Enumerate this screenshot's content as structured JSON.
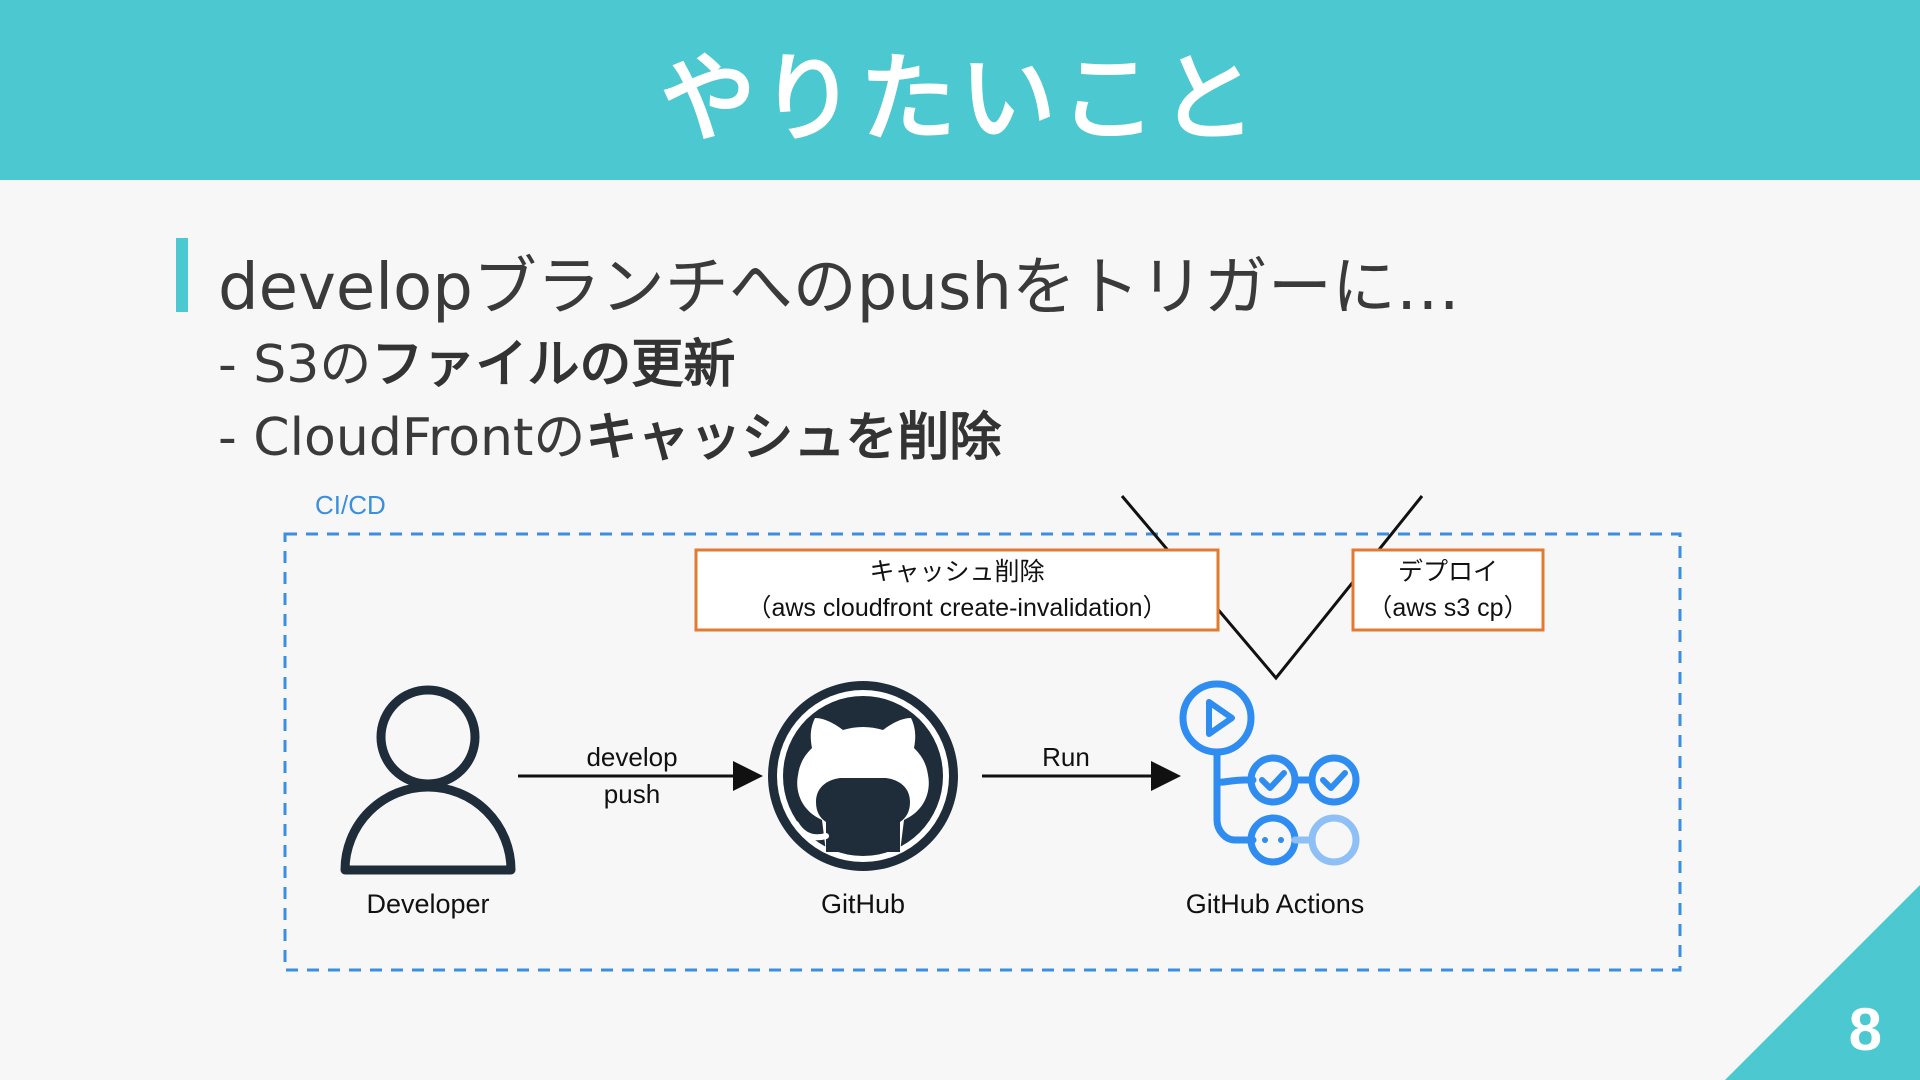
{
  "slide": {
    "title": "やりたいこと",
    "page_number": "8",
    "bullet_main": "developブランチへのpushをトリガーに…",
    "sub1_prefix": "- S3の",
    "sub1_bold": "ファイルの更新",
    "sub2_prefix": "- CloudFrontの",
    "sub2_bold": "キャッシュを削除"
  },
  "diagram": {
    "group_label": "CI/CD",
    "box1_line1": "キャッシュ削除",
    "box1_line2": "（aws cloudfront create-invalidation）",
    "box2_line1": "デプロイ",
    "box2_line2": "（aws s3 cp）",
    "arrow1_line1": "develop",
    "arrow1_line2": "push",
    "arrow2_label": "Run",
    "node_developer": "Developer",
    "node_github": "GitHub",
    "node_actions": "GitHub Actions"
  },
  "colors": {
    "accent": "#4bc8d0",
    "group_border": "#3b8fe0",
    "box_border": "#e07b30",
    "actions_blue": "#2f8cf0",
    "dark": "#1f2d3a"
  }
}
